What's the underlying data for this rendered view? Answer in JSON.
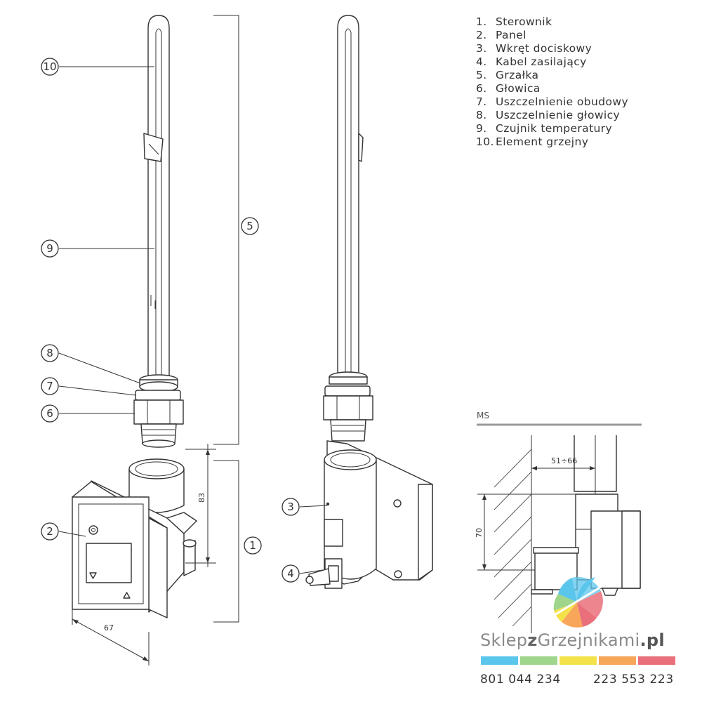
{
  "legend": [
    {
      "num": "1.",
      "label": "Sterownik"
    },
    {
      "num": "2.",
      "label": "Panel"
    },
    {
      "num": "3.",
      "label": "Wkręt dociskowy"
    },
    {
      "num": "4.",
      "label": "Kabel zasilający"
    },
    {
      "num": "5.",
      "label": "Grzałka"
    },
    {
      "num": "6.",
      "label": "Głowica"
    },
    {
      "num": "7.",
      "label": "Uszczelnienie obudowy"
    },
    {
      "num": "8.",
      "label": "Uszczelnienie głowicy"
    },
    {
      "num": "9.",
      "label": "Czujnik temperatury"
    },
    {
      "num": "10.",
      "label": "Element grzejny"
    }
  ],
  "callouts": {
    "c10": "10",
    "c9": "9",
    "c8": "8",
    "c7": "7",
    "c6": "6",
    "c5": "5",
    "c2": "2",
    "c1": "1",
    "c3": "3",
    "c4": "4"
  },
  "dimensions": {
    "height_controller": "83",
    "width_controller": "67",
    "wall_offset": "51÷66",
    "ms_height": "70"
  },
  "ms_label": "MS",
  "brand": {
    "part1": "Sklep",
    "part2": "z",
    "part3": "Grzejnikami",
    "part4": ".pl"
  },
  "brand_colors": [
    "#5bc6ec",
    "#9fd68c",
    "#f4e24a",
    "#f7a65a",
    "#e9707a"
  ],
  "phones": {
    "phone1": "801 044 234",
    "phone2": "223 553 223"
  }
}
